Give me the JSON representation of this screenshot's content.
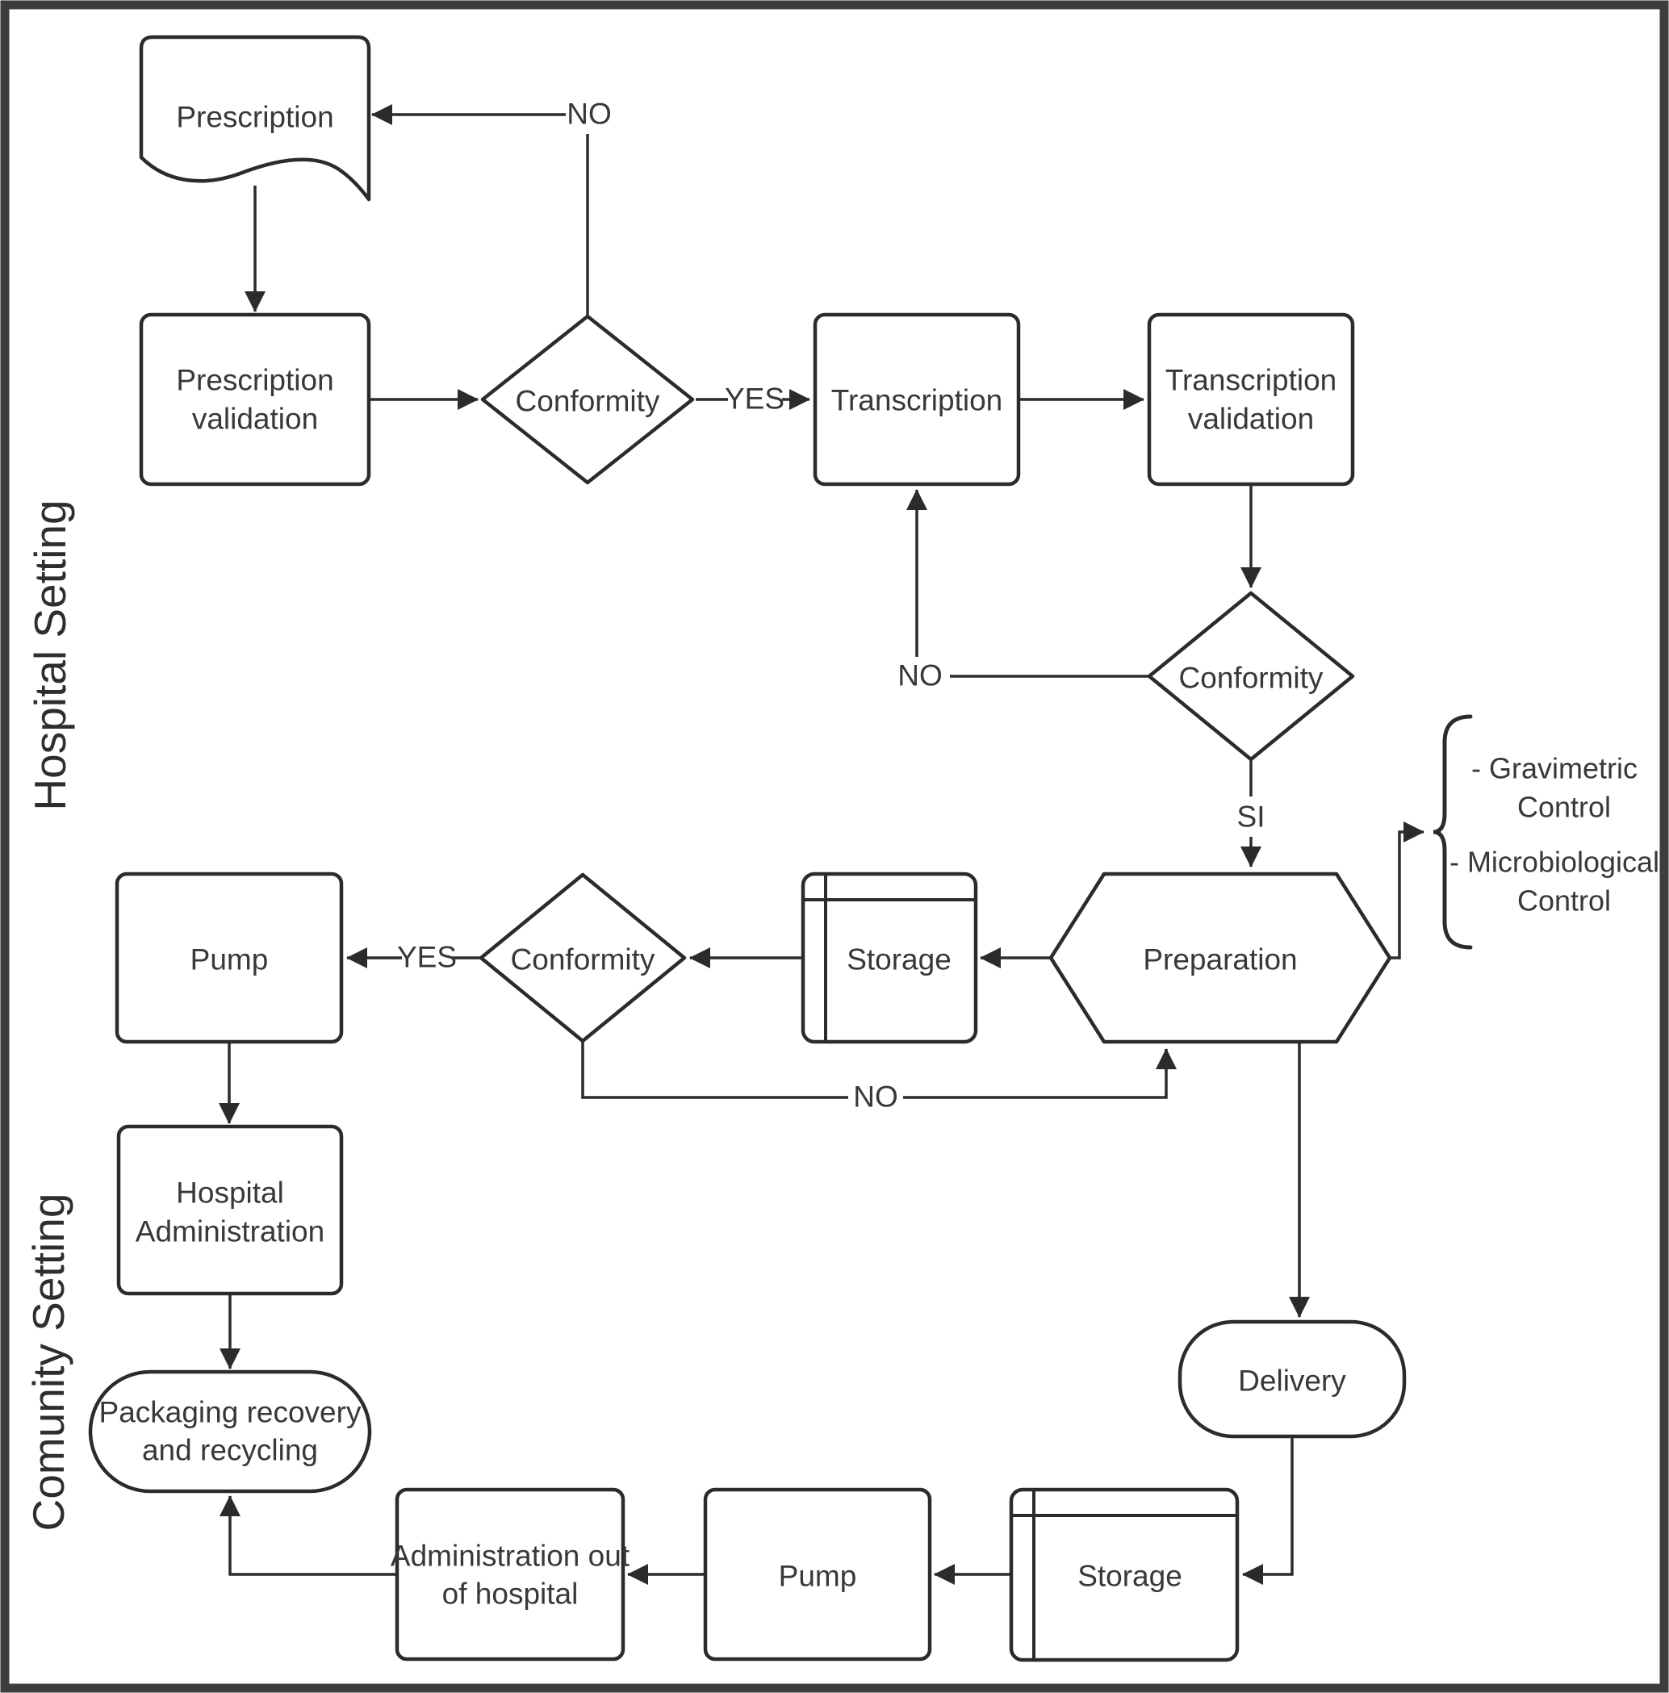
{
  "sections": {
    "hospital_setting": "Hospital Setting",
    "community_setting": "Comunity Setting"
  },
  "nodes": {
    "prescription": {
      "label": "Prescription",
      "shape": "document"
    },
    "prescription_validation": {
      "lines": [
        "Prescription",
        "validation"
      ],
      "shape": "process"
    },
    "conformity_1": {
      "label": "Conformity",
      "shape": "decision"
    },
    "transcription": {
      "label": "Transcription",
      "shape": "process"
    },
    "transcription_validation": {
      "lines": [
        "Transcription",
        "validation"
      ],
      "shape": "process"
    },
    "conformity_2": {
      "label": "Conformity",
      "shape": "decision"
    },
    "preparation": {
      "label": "Preparation",
      "shape": "hexagon"
    },
    "storage_hospital": {
      "label": "Storage",
      "shape": "stored-data"
    },
    "conformity_3": {
      "label": "Conformity",
      "shape": "decision"
    },
    "pump_hospital": {
      "label": "Pump",
      "shape": "process"
    },
    "hospital_administration": {
      "lines": [
        "Hospital",
        "Administration"
      ],
      "shape": "process"
    },
    "packaging_recovery": {
      "lines": [
        "Packaging recovery",
        "and recycling"
      ],
      "shape": "terminator"
    },
    "delivery": {
      "label": "Delivery",
      "shape": "terminator"
    },
    "storage_community": {
      "label": "Storage",
      "shape": "stored-data"
    },
    "pump_community": {
      "label": "Pump",
      "shape": "process"
    },
    "administration_out": {
      "lines": [
        "Administration out",
        "of hospital"
      ],
      "shape": "process"
    }
  },
  "edge_labels": {
    "no_to_prescription": "NO",
    "yes_to_transcription": "YES",
    "no_to_transcription": "NO",
    "si_to_preparation": "SI",
    "yes_to_pump": "YES",
    "no_to_preparation": "NO"
  },
  "annotations": {
    "controls": [
      {
        "lines": [
          "- Gravimetric",
          "Control"
        ]
      },
      {
        "lines": [
          "- Microbiological",
          "Control"
        ]
      }
    ]
  },
  "colors": {
    "stroke": "#2b2b2b",
    "background": "#ffffff",
    "frame": "#3d3d3d",
    "text": "#383838"
  }
}
